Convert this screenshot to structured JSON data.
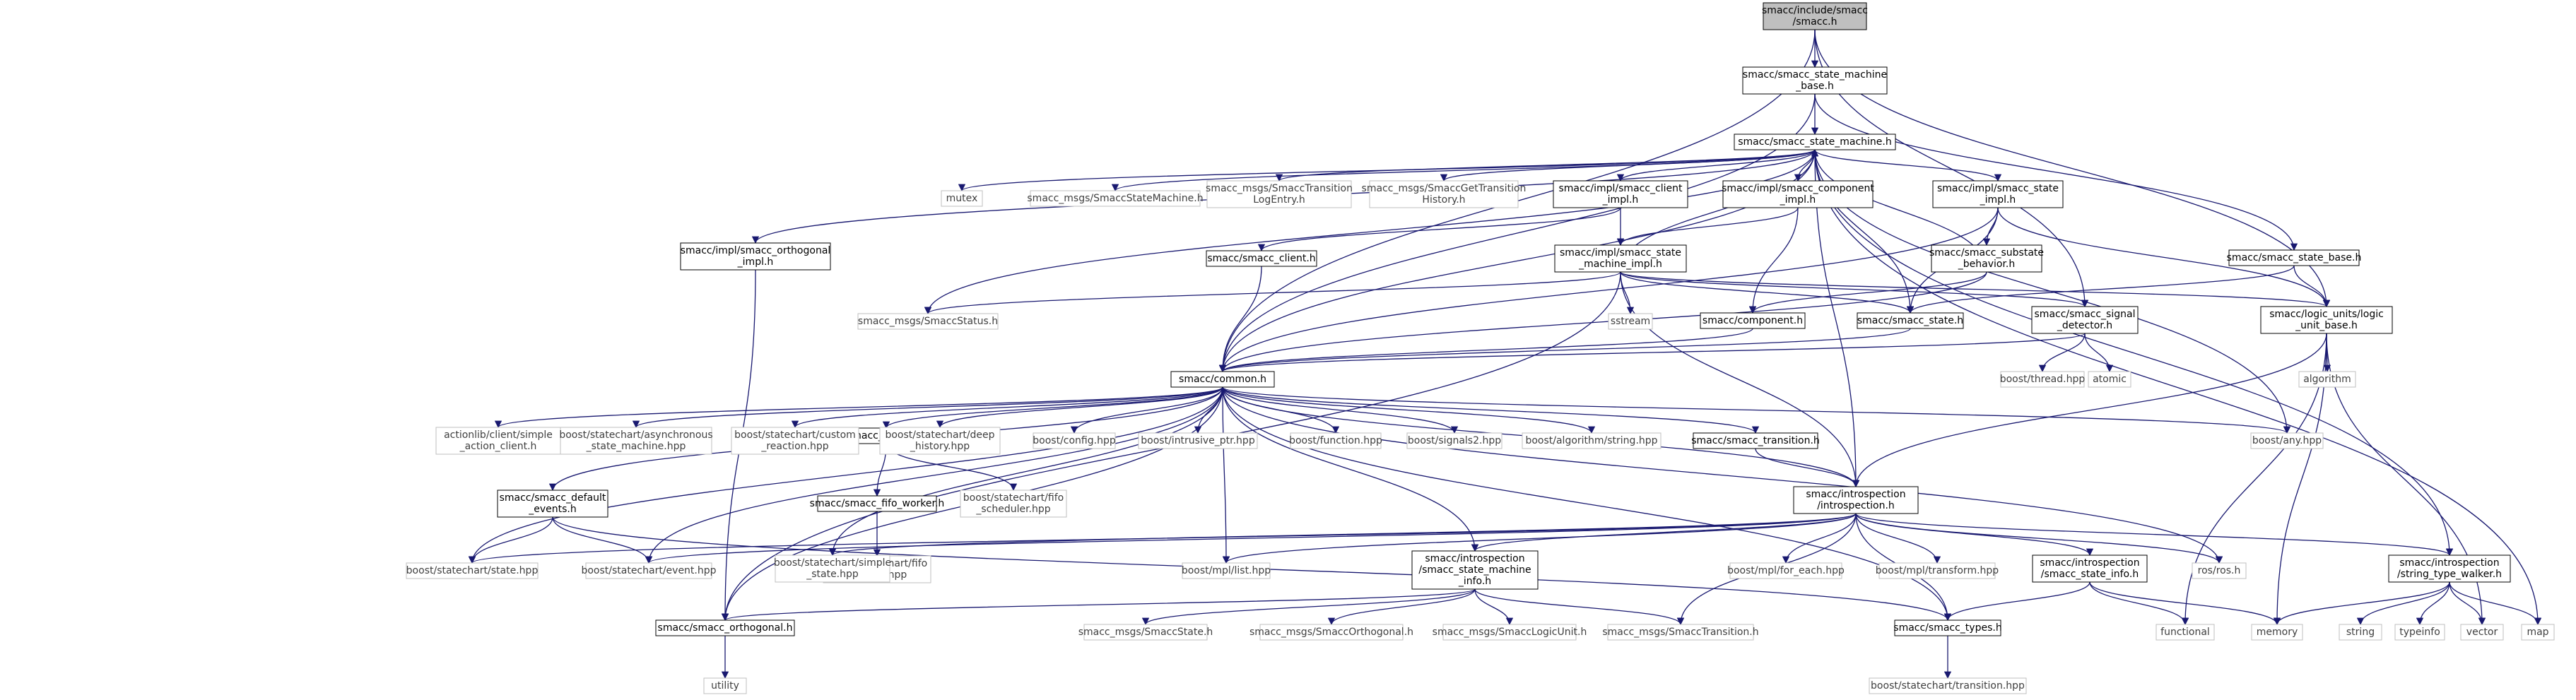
{
  "graph": {
    "edge_color": "#191970",
    "node_border": "#000000",
    "node_border_external": "#bfbfbf",
    "node_fill": "#ffffff",
    "root_fill": "#bfbfbf",
    "text_color": "#000000",
    "text_color_external": "#404040",
    "nodes": [
      {
        "id": "root",
        "lines": [
          "smacc/include/smacc",
          "/smacc.h"
        ],
        "kind": "root"
      },
      {
        "id": "sm_base",
        "lines": [
          "smacc/smacc_state_machine",
          "_base.h"
        ],
        "kind": "internal"
      },
      {
        "id": "sm",
        "lines": [
          "smacc/smacc_state_machine.h"
        ],
        "kind": "internal"
      },
      {
        "id": "mutex",
        "lines": [
          "mutex"
        ],
        "kind": "external"
      },
      {
        "id": "msg_sm",
        "lines": [
          "smacc_msgs/SmaccStateMachine.h"
        ],
        "kind": "external"
      },
      {
        "id": "msg_tle",
        "lines": [
          "smacc_msgs/SmaccTransition",
          "LogEntry.h"
        ],
        "kind": "external"
      },
      {
        "id": "msg_gth",
        "lines": [
          "smacc_msgs/SmaccGetTransition",
          "History.h"
        ],
        "kind": "external"
      },
      {
        "id": "client_impl",
        "lines": [
          "smacc/impl/smacc_client",
          "_impl.h"
        ],
        "kind": "internal"
      },
      {
        "id": "comp_impl",
        "lines": [
          "smacc/impl/smacc_component",
          "_impl.h"
        ],
        "kind": "internal"
      },
      {
        "id": "state_impl",
        "lines": [
          "smacc/impl/smacc_state",
          "_impl.h"
        ],
        "kind": "internal"
      },
      {
        "id": "orth_impl",
        "lines": [
          "smacc/impl/smacc_orthogonal",
          "_impl.h"
        ],
        "kind": "internal"
      },
      {
        "id": "client",
        "lines": [
          "smacc/smacc_client.h"
        ],
        "kind": "internal"
      },
      {
        "id": "sm_impl",
        "lines": [
          "smacc/impl/smacc_state",
          "_machine_impl.h"
        ],
        "kind": "internal"
      },
      {
        "id": "substate",
        "lines": [
          "smacc/smacc_substate",
          "_behavior.h"
        ],
        "kind": "internal"
      },
      {
        "id": "state_base",
        "lines": [
          "smacc/smacc_state_base.h"
        ],
        "kind": "internal"
      },
      {
        "id": "msg_status",
        "lines": [
          "smacc_msgs/SmaccStatus.h"
        ],
        "kind": "external"
      },
      {
        "id": "sstream",
        "lines": [
          "sstream"
        ],
        "kind": "external"
      },
      {
        "id": "component",
        "lines": [
          "smacc/component.h"
        ],
        "kind": "internal"
      },
      {
        "id": "state",
        "lines": [
          "smacc/smacc_state.h"
        ],
        "kind": "internal"
      },
      {
        "id": "signal",
        "lines": [
          "smacc/smacc_signal",
          "_detector.h"
        ],
        "kind": "internal"
      },
      {
        "id": "logic",
        "lines": [
          "smacc/logic_units/logic",
          "_unit_base.h"
        ],
        "kind": "internal"
      },
      {
        "id": "thread",
        "lines": [
          "boost/thread.hpp"
        ],
        "kind": "external"
      },
      {
        "id": "atomic",
        "lines": [
          "atomic"
        ],
        "kind": "external"
      },
      {
        "id": "algorithm",
        "lines": [
          "algorithm"
        ],
        "kind": "external"
      },
      {
        "id": "common",
        "lines": [
          "smacc/common.h"
        ],
        "kind": "internal"
      },
      {
        "id": "fifo_sched",
        "lines": [
          "smacc/smacc_fifo_scheduler.h"
        ],
        "kind": "internal"
      },
      {
        "id": "actionlib",
        "lines": [
          "actionlib/client/simple",
          "_action_client.h"
        ],
        "kind": "external"
      },
      {
        "id": "async_sm",
        "lines": [
          "boost/statechart/asynchronous",
          "_state_machine.hpp"
        ],
        "kind": "external"
      },
      {
        "id": "custom_r",
        "lines": [
          "boost/statechart/custom",
          "_reaction.hpp"
        ],
        "kind": "external"
      },
      {
        "id": "deep_h",
        "lines": [
          "boost/statechart/deep",
          "_history.hpp"
        ],
        "kind": "external"
      },
      {
        "id": "config",
        "lines": [
          "boost/config.hpp"
        ],
        "kind": "external"
      },
      {
        "id": "intrusive",
        "lines": [
          "boost/intrusive_ptr.hpp"
        ],
        "kind": "external"
      },
      {
        "id": "function",
        "lines": [
          "boost/function.hpp"
        ],
        "kind": "external"
      },
      {
        "id": "signals2",
        "lines": [
          "boost/signals2.hpp"
        ],
        "kind": "external"
      },
      {
        "id": "alg_string",
        "lines": [
          "boost/algorithm/string.hpp"
        ],
        "kind": "external"
      },
      {
        "id": "transition",
        "lines": [
          "smacc/smacc_transition.h"
        ],
        "kind": "internal"
      },
      {
        "id": "any",
        "lines": [
          "boost/any.hpp"
        ],
        "kind": "external"
      },
      {
        "id": "fifo_worker",
        "lines": [
          "smacc/smacc_fifo_worker.h"
        ],
        "kind": "internal"
      },
      {
        "id": "fifo_sched_hpp",
        "lines": [
          "boost/statechart/fifo",
          "_scheduler.hpp"
        ],
        "kind": "external"
      },
      {
        "id": "default_ev",
        "lines": [
          "smacc/smacc_default",
          "_events.h"
        ],
        "kind": "internal"
      },
      {
        "id": "introspection",
        "lines": [
          "smacc/introspection",
          "/introspection.h"
        ],
        "kind": "internal"
      },
      {
        "id": "fifo_worker_hpp",
        "lines": [
          "boost/statechart/fifo",
          "_worker.hpp"
        ],
        "kind": "external"
      },
      {
        "id": "sc_state",
        "lines": [
          "boost/statechart/state.hpp"
        ],
        "kind": "external"
      },
      {
        "id": "sc_event",
        "lines": [
          "boost/statechart/event.hpp"
        ],
        "kind": "external"
      },
      {
        "id": "sc_simple",
        "lines": [
          "boost/statechart/simple",
          "_state.hpp"
        ],
        "kind": "external"
      },
      {
        "id": "mpl_list",
        "lines": [
          "boost/mpl/list.hpp"
        ],
        "kind": "external"
      },
      {
        "id": "sm_info",
        "lines": [
          "smacc/introspection",
          "/smacc_state_machine",
          "_info.h"
        ],
        "kind": "internal"
      },
      {
        "id": "mpl_foreach",
        "lines": [
          "boost/mpl/for_each.hpp"
        ],
        "kind": "external"
      },
      {
        "id": "mpl_transform",
        "lines": [
          "boost/mpl/transform.hpp"
        ],
        "kind": "external"
      },
      {
        "id": "state_info",
        "lines": [
          "smacc/introspection",
          "/smacc_state_info.h"
        ],
        "kind": "internal"
      },
      {
        "id": "ros",
        "lines": [
          "ros/ros.h"
        ],
        "kind": "external"
      },
      {
        "id": "type_walker",
        "lines": [
          "smacc/introspection",
          "/string_type_walker.h"
        ],
        "kind": "internal"
      },
      {
        "id": "orthogonal",
        "lines": [
          "smacc/smacc_orthogonal.h"
        ],
        "kind": "internal"
      },
      {
        "id": "msg_state",
        "lines": [
          "smacc_msgs/SmaccState.h"
        ],
        "kind": "external"
      },
      {
        "id": "msg_orth",
        "lines": [
          "smacc_msgs/SmaccOrthogonal.h"
        ],
        "kind": "external"
      },
      {
        "id": "msg_lu",
        "lines": [
          "smacc_msgs/SmaccLogicUnit.h"
        ],
        "kind": "external"
      },
      {
        "id": "msg_trans",
        "lines": [
          "smacc_msgs/SmaccTransition.h"
        ],
        "kind": "external"
      },
      {
        "id": "types",
        "lines": [
          "smacc/smacc_types.h"
        ],
        "kind": "internal"
      },
      {
        "id": "functional",
        "lines": [
          "functional"
        ],
        "kind": "external"
      },
      {
        "id": "memory",
        "lines": [
          "memory"
        ],
        "kind": "external"
      },
      {
        "id": "string",
        "lines": [
          "string"
        ],
        "kind": "external"
      },
      {
        "id": "typeinfo",
        "lines": [
          "typeinfo"
        ],
        "kind": "external"
      },
      {
        "id": "vector",
        "lines": [
          "vector"
        ],
        "kind": "external"
      },
      {
        "id": "map",
        "lines": [
          "map"
        ],
        "kind": "external"
      },
      {
        "id": "utility",
        "lines": [
          "utility"
        ],
        "kind": "external"
      },
      {
        "id": "transition_hpp",
        "lines": [
          "boost/statechart/transition.hpp"
        ],
        "kind": "external"
      }
    ],
    "edges": [
      [
        "root",
        "sm_base"
      ],
      [
        "root",
        "common"
      ],
      [
        "root",
        "signal"
      ],
      [
        "root",
        "logic"
      ],
      [
        "sm_base",
        "sm"
      ],
      [
        "sm_base",
        "common"
      ],
      [
        "sm_base",
        "state_base"
      ],
      [
        "sm",
        "mutex"
      ],
      [
        "sm",
        "msg_sm"
      ],
      [
        "sm",
        "msg_tle"
      ],
      [
        "sm",
        "msg_gth"
      ],
      [
        "sm",
        "client_impl"
      ],
      [
        "sm",
        "comp_impl"
      ],
      [
        "sm",
        "state_impl"
      ],
      [
        "sm",
        "orth_impl"
      ],
      [
        "sm",
        "msg_status"
      ],
      [
        "sm",
        "common"
      ],
      [
        "sm",
        "introspection"
      ],
      [
        "sm",
        "any"
      ],
      [
        "sm",
        "map"
      ],
      [
        "sm",
        "type_walker"
      ],
      [
        "sm",
        "state"
      ],
      [
        "client_impl",
        "sm_impl"
      ],
      [
        "client_impl",
        "client"
      ],
      [
        "comp_impl",
        "sm_impl"
      ],
      [
        "comp_impl",
        "component"
      ],
      [
        "state_impl",
        "substate"
      ],
      [
        "state_impl",
        "logic"
      ],
      [
        "state_impl",
        "state"
      ],
      [
        "state_impl",
        "common"
      ],
      [
        "orth_impl",
        "orthogonal"
      ],
      [
        "client",
        "common"
      ],
      [
        "sm_impl",
        "sm"
      ],
      [
        "sm_impl",
        "msg_status"
      ],
      [
        "sm_impl",
        "sstream"
      ],
      [
        "sm_impl",
        "state"
      ],
      [
        "sm_impl",
        "signal"
      ],
      [
        "sm_impl",
        "logic"
      ],
      [
        "sm_impl",
        "orthogonal"
      ],
      [
        "sm_impl",
        "introspection"
      ],
      [
        "substate",
        "sm"
      ],
      [
        "substate",
        "component"
      ],
      [
        "substate",
        "common"
      ],
      [
        "state_base",
        "state"
      ],
      [
        "state_base",
        "logic"
      ],
      [
        "component",
        "common"
      ],
      [
        "state",
        "common"
      ],
      [
        "signal",
        "common"
      ],
      [
        "signal",
        "thread"
      ],
      [
        "signal",
        "atomic"
      ],
      [
        "logic",
        "algorithm"
      ],
      [
        "logic",
        "introspection"
      ],
      [
        "logic",
        "functional"
      ],
      [
        "logic",
        "memory"
      ],
      [
        "logic",
        "vector"
      ],
      [
        "common",
        "fifo_sched"
      ],
      [
        "common",
        "actionlib"
      ],
      [
        "common",
        "async_sm"
      ],
      [
        "common",
        "custom_r"
      ],
      [
        "common",
        "deep_h"
      ],
      [
        "common",
        "config"
      ],
      [
        "common",
        "intrusive"
      ],
      [
        "common",
        "function"
      ],
      [
        "common",
        "signals2"
      ],
      [
        "common",
        "alg_string"
      ],
      [
        "common",
        "transition"
      ],
      [
        "common",
        "any"
      ],
      [
        "common",
        "default_ev"
      ],
      [
        "common",
        "introspection"
      ],
      [
        "common",
        "sc_state"
      ],
      [
        "common",
        "sc_event"
      ],
      [
        "common",
        "sc_simple"
      ],
      [
        "common",
        "mpl_list"
      ],
      [
        "common",
        "sm_info"
      ],
      [
        "common",
        "ros"
      ],
      [
        "common",
        "types"
      ],
      [
        "common",
        "orthogonal"
      ],
      [
        "fifo_sched",
        "fifo_worker"
      ],
      [
        "fifo_sched",
        "fifo_sched_hpp"
      ],
      [
        "fifo_worker",
        "fifo_worker_hpp"
      ],
      [
        "default_ev",
        "sc_state"
      ],
      [
        "default_ev",
        "sc_event"
      ],
      [
        "default_ev",
        "types"
      ],
      [
        "transition",
        "introspection"
      ],
      [
        "introspection",
        "sc_state"
      ],
      [
        "introspection",
        "sc_event"
      ],
      [
        "introspection",
        "sc_simple"
      ],
      [
        "introspection",
        "mpl_list"
      ],
      [
        "introspection",
        "sm_info"
      ],
      [
        "introspection",
        "mpl_foreach"
      ],
      [
        "introspection",
        "mpl_transform"
      ],
      [
        "introspection",
        "state_info"
      ],
      [
        "introspection",
        "ros"
      ],
      [
        "introspection",
        "type_walker"
      ],
      [
        "introspection",
        "types"
      ],
      [
        "introspection",
        "msg_trans"
      ],
      [
        "sm_info",
        "orthogonal"
      ],
      [
        "sm_info",
        "msg_state"
      ],
      [
        "sm_info",
        "msg_orth"
      ],
      [
        "sm_info",
        "msg_lu"
      ],
      [
        "sm_info",
        "msg_trans"
      ],
      [
        "state_info",
        "types"
      ],
      [
        "state_info",
        "functional"
      ],
      [
        "state_info",
        "memory"
      ],
      [
        "type_walker",
        "memory"
      ],
      [
        "type_walker",
        "string"
      ],
      [
        "type_walker",
        "typeinfo"
      ],
      [
        "type_walker",
        "vector"
      ],
      [
        "type_walker",
        "map"
      ],
      [
        "orthogonal",
        "utility"
      ],
      [
        "types",
        "transition_hpp"
      ]
    ]
  }
}
